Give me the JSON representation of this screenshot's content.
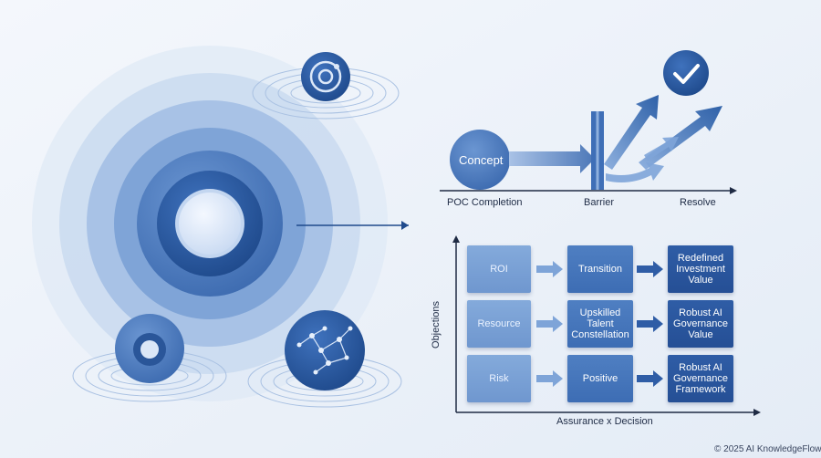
{
  "flow": {
    "concept_label": "Concept",
    "axis_labels": [
      "POC Completion",
      "Barrier",
      "Resolve"
    ]
  },
  "matrix": {
    "y_axis_label": "Objections",
    "x_axis_label": "Assurance x Decision",
    "rows": [
      [
        "ROI",
        "Transition",
        "Redefined Investment Value"
      ],
      [
        "Resource",
        "Upskilled Talent Constellation",
        "Robust AI Governance Value"
      ],
      [
        "Risk",
        "Positive",
        "Robust AI Governance Framework"
      ]
    ]
  },
  "footer": {
    "copyright": "© 2025 AI KnowledgeFlow"
  },
  "colors": {
    "primary": "#2b5aa0",
    "light": "#7ea4d8",
    "background": "#eef3fa"
  },
  "icons": [
    "target-icon",
    "checkmark-icon",
    "network-icon",
    "ring-icon"
  ]
}
